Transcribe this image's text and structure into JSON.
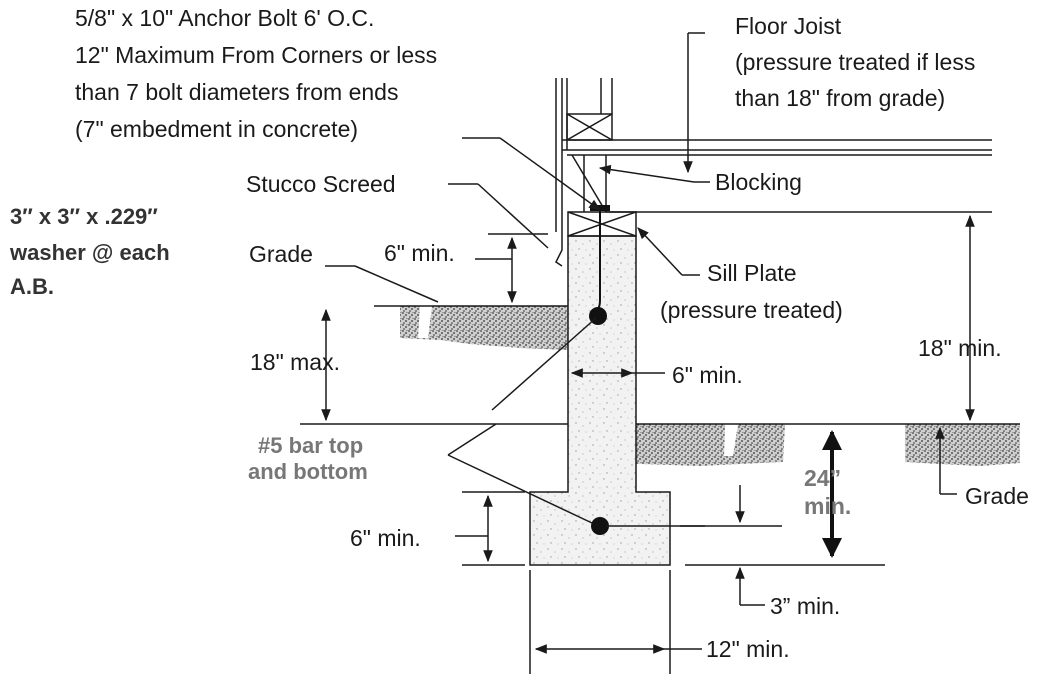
{
  "labels": {
    "anchor_bolt": [
      "5/8\" x 10\" Anchor Bolt 6' O.C.",
      "12\" Maximum From Corners or less",
      "than 7 bolt diameters from ends",
      "(7\" embedment in concrete)"
    ],
    "floor_joist": [
      "Floor Joist",
      "(pressure treated if less",
      "than 18\" from grade)"
    ],
    "stucco_screed": "Stucco Screed",
    "blocking": "Blocking",
    "washer": [
      "3″ x 3″ x .229″",
      "washer @ each",
      "A.B."
    ],
    "grade_left": "Grade",
    "six_min_top": "6\" min.",
    "sill_plate": [
      "Sill Plate",
      "(pressure treated)"
    ],
    "eighteen_max": "18\" max.",
    "eighteen_min": "18\" min.",
    "six_min_wall": "6\" min.",
    "rebar": [
      "#5 bar top",
      "and bottom"
    ],
    "twentyfour_min": [
      "24”",
      "min."
    ],
    "grade_right": "Grade",
    "six_min_footing": "6\" min.",
    "three_min": "3” min.",
    "twelve_min": "12\" min."
  },
  "colors": {
    "line": "#1a1a1a",
    "concrete_fill": "#f1f1f1",
    "bold_label": "#777777"
  }
}
